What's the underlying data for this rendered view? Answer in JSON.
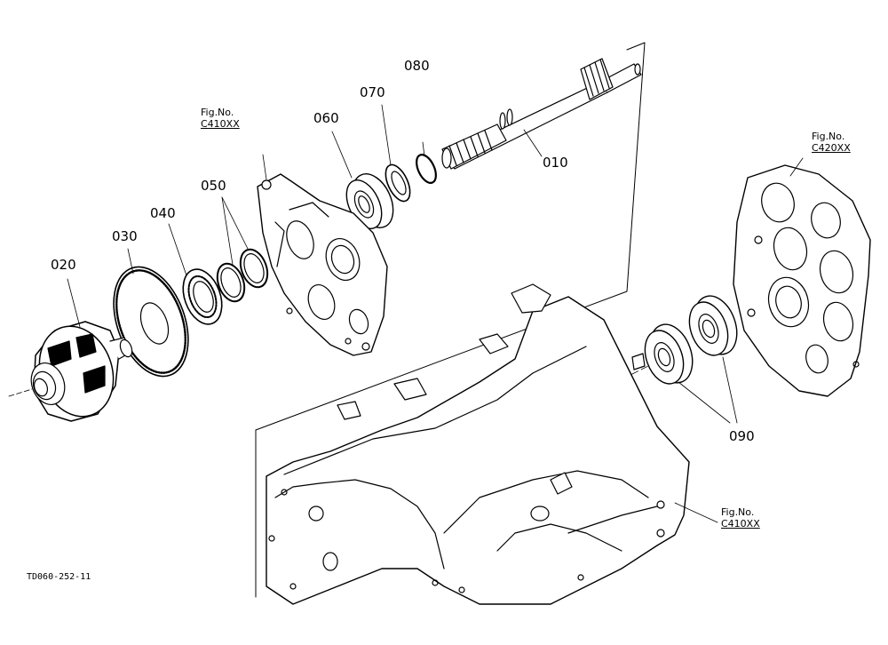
{
  "drawing_code": "TD060-252-11",
  "parts": [
    {
      "id": "p010",
      "number": "010"
    },
    {
      "id": "p020",
      "number": "020"
    },
    {
      "id": "p030",
      "number": "030"
    },
    {
      "id": "p040",
      "number": "040"
    },
    {
      "id": "p050",
      "number": "050"
    },
    {
      "id": "p060",
      "number": "060"
    },
    {
      "id": "p070",
      "number": "070"
    },
    {
      "id": "p080",
      "number": "080"
    },
    {
      "id": "p090",
      "number": "090"
    }
  ],
  "figure_refs": [
    {
      "id": "fig1",
      "label": "Fig.No.",
      "ref": "C410XX"
    },
    {
      "id": "fig2",
      "label": "Fig.No.",
      "ref": "C420XX"
    },
    {
      "id": "fig3",
      "label": "Fig.No.",
      "ref": "C410XX"
    }
  ]
}
